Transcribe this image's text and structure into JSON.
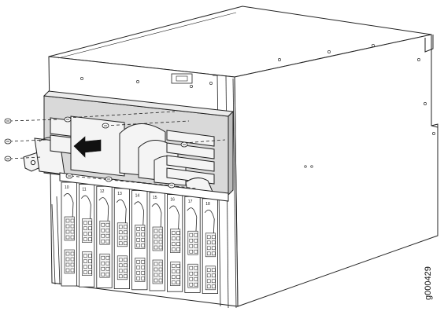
{
  "figure": {
    "id_label": "g000429"
  },
  "slot_numbers": [
    "10",
    "11",
    "12",
    "13",
    "14",
    "15",
    "16",
    "17",
    "18"
  ],
  "colors": {
    "line": "#222222",
    "fill_light": "#f4f4f4",
    "fill_shade": "#d9d9d9",
    "fill_dark": "#bdbdbd",
    "arrow": "#111111"
  }
}
